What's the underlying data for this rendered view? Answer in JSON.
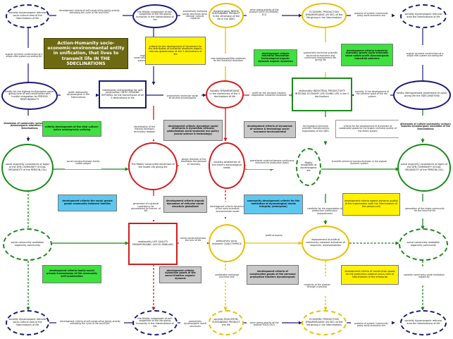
{
  "colors": {
    "navy": "#1a1a7a",
    "yellow": "#e8c000",
    "red": "#d21d1d",
    "green": "#1b8a1b",
    "olive": "#6e6a12",
    "green_box": "#3fe040",
    "blue_box": "#5cc8f0",
    "grey_box": "#c8c8c8",
    "yellow_box": "#fff200"
  },
  "center": {
    "title": "Action-Humanity socio-economic-environmental entity in unification, that lives to transmit life IN THE 5DECLINATIONS"
  },
  "nodes": {
    "n01": "sociality dynamorganic reticular socio-cultural area of the 5declinations of life",
    "n02": "development criteria of self-constructive family-priority activating the cycle of life and EDUC",
    "n03": "the filiality component of self-subjective of the life-giving humanity in the 5declinations of life",
    "n04": "productivity molecular social structures dyna-reticular cultural-material",
    "n05": "dynamorganic NEEDS SUSTAINABLE PRODUCT in the dimension of the life in the 5DEC",
    "n06": "value giving priority of the product SOCIO-ECONOMIC-ECO",
    "n07": "ECONOMIC PRODUCTION DYNAMORGANIC (IN SEC) of the life-giving in the 5declinations",
    "n08": "protocol of system Community proxy socio-economic-eco",
    "n09": "sociality dynamorganic reticular area the 5declinations of life",
    "n10": "organic dynamic construction of a single vital system according life",
    "n11": "criteria for the development of dynamism for the distribution of industrial resources organic reticular globalization at the 5 declinations of life",
    "n12": "new tools/possibilities materials for the industrial revolution",
    "n13": "development criteria industrial Revolution technological-organic dynamic organic dynamics",
    "n14": "productivity technical-scientific social socio-economic-eco continuous improvement life-giving life",
    "n15": "development criteria industrial economic grants socio-economic value added profit dynamorganic industrial pioneers",
    "n16": "organic dynamic construction of a single vital system according life",
    "n17": "filiality for the highest multipurpose value-giving form of self-construction with trustful integration for PERSON RESPONSIBILITY",
    "n18": "profit relationality dynamorganic in the 5declinations",
    "n19": "relationality self-activation for self-construction ONTIC-ORGANIC INTEGRAL for the transmission of all 5 declinations of life",
    "n20": "productivity molecular social structures dynamorganic",
    "n21": "sociality DYNAMORGANIC in the community of the 5 declinations of life",
    "n22": "profit for the constant intuitive cooperation industrial revolution",
    "n23": "relationality INDUSTRIAL PRODUCTIVITY INTEGRAL ECONOMY LIFE GIVING LIFE in the 5 declinations",
    "n24": "sociality in the development of the common good of the ind. system",
    "n25": "filiality distinguishable parameters of value-giving life the 5DECLINATIONS",
    "n26": "dimension of community (school) towards dynamorganic education of the 5declinations",
    "n27": "criteria development of the vital culture-active ontologically unifying",
    "n28": "identification of the missing necessary technically feasible",
    "n29": "development criteria dynamism social structures & dynamism reticular globalization socio-economic eco policy (social science & technology)",
    "n30": "development criteria of dynamism of science & technology socio-economic-environmental",
    "n31": "technological-technical scientific microdynamics organization of the 5DEC",
    "n32": "criteria for the development of dynamism of sustainable goods for the organic-dynamic quality of the entire system",
    "n33": "dimension of culture-community (school) towards dynamorganic education of the 5declinations",
    "n34": "social organicity consistence of logics of the DYN COMMUNITY SOCIAL ORGANICITY of the PERSON-CELL",
    "n35": "social constructiveness family crafter people",
    "n36": "The filiality constructed dynamism of the model Life giving-life",
    "n37": "design direction of the dimension the demand of necessity",
    "n38": "sociality satisfaction of the client's dynecological needs",
    "n39": "operational constructiveness continuous resources for production (task)",
    "n40": "filiality recognition of dynamorganic life",
    "n41": "scientific-technical constructiveness in the organic dynamic system",
    "n42": "social organicity consistence of logics of the DYN COMMUNITY SOCIAL ORGANICITY of the PERSON-CELL",
    "n43": "development criteria the social grants goods community between families",
    "n44": "generation of a gradual consistency for personalized for transm. of life",
    "n45": "development criteria organic dynamism of reticular social structure globalized",
    "n46": "development criteria dynamism of the socio-economic environmental model",
    "n47": "community development criteria for the realization of dynecological needs integrity (enterprise)",
    "n48": "creativity for the organization of production (continuous improvement)",
    "n49": "development criteria organic-dynamic quality of the organization (with the 5declinations of the person-cell)",
    "n50": "generation of the single community for the future of life",
    "n51": "social community mediation organicity community",
    "n52": "relationality LIFE QUALITY DYNAMORGANIC (SOCIO-FAMILIAR)",
    "n53": "social constructiveness the civic of life",
    "n54": "productivity socio-economic QUALITY/PRICE",
    "n55": "profit of money",
    "n56": "improvement of profit of community coherent activation of resources, autonomization",
    "n57": "social community mediation organicity community",
    "n58": "development criteria family-social private transmission of life community self-construction",
    "n59": "development criteria dynamism goods of the social Kindlers organic-dynamic",
    "n60": "unalienable exchange purchase sale",
    "n61": "development criteria of construction goods of the personal production Kindlers dynamorganic",
    "n62": "creativity of the product through a process",
    "n63": "development criteria of construction goods for the production protocol just-in-time of 5declinations of the enterprise",
    "n64": "sociality community social mediation organicity",
    "n65": "sociality dynamorganic reticular socio-cultural area of the 5declinations of life",
    "n66": "development criteria of self-constructive family priority activating the cycle of life and EDUC",
    "n67": "the filiality component of self-subjective of the life-giving humanity in the 5declinations of life",
    "n68": "productivity dynamorganic social structures",
    "n69": "sociality EDUCATION-SUSTAINABLE PRODUCT the life",
    "n70": "value giving priority of the product SOCIO-ECO",
    "n71": "ECONOMIC PRODUCTION DYNAMORGANIC (IN SEC) of the life-giving in the 5declinations",
    "n72": "protocol of system Community proxy socio-economic-eco",
    "n73": "sociality dynamorganic reticular area the 5declinations of life"
  }
}
